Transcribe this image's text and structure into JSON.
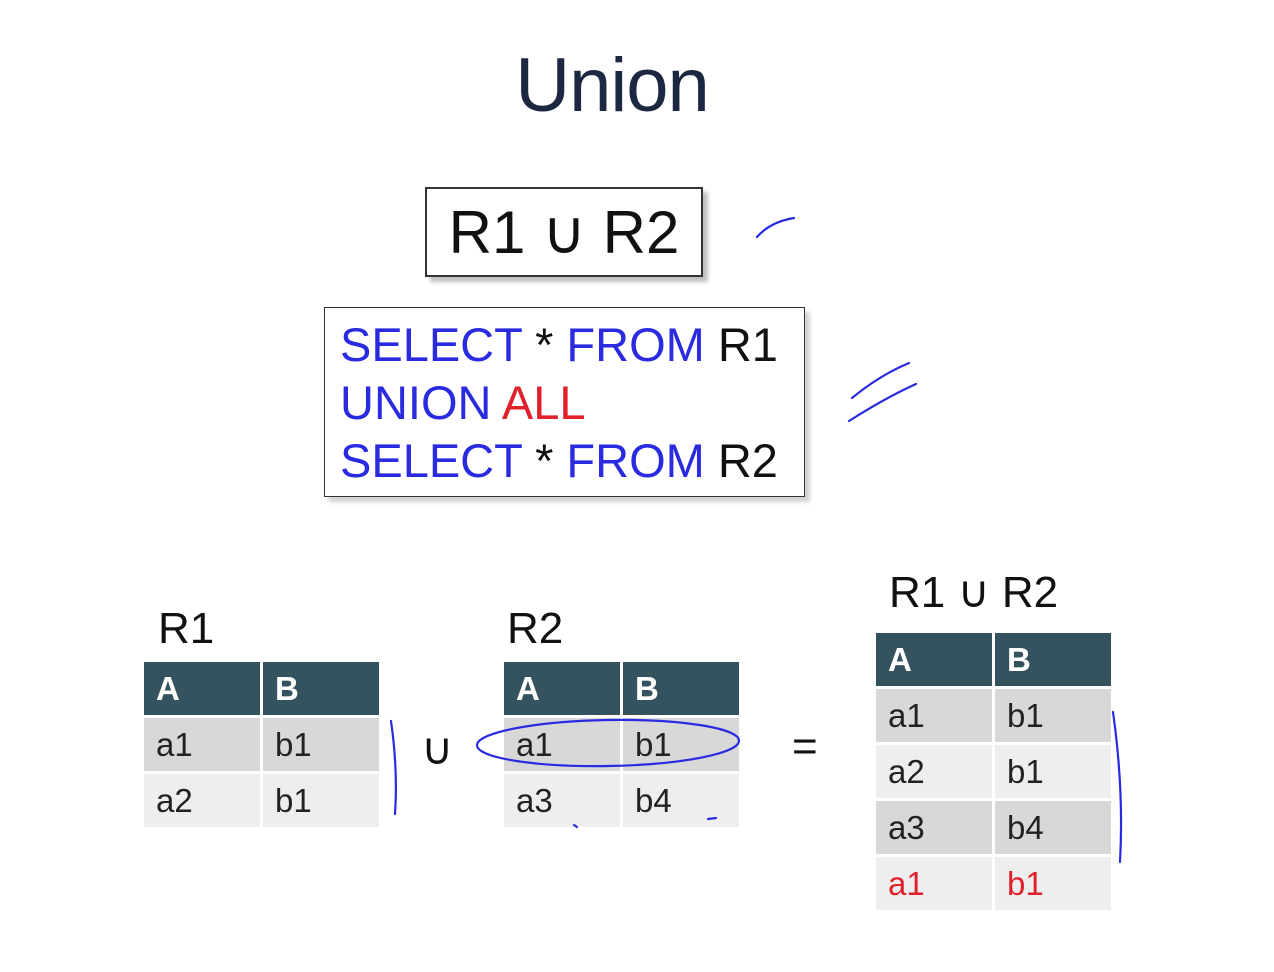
{
  "title": "Union",
  "formula": "R1 ∪ R2",
  "sql": {
    "line1": {
      "select": "SELECT",
      "star": "*",
      "from": "FROM",
      "table": "R1"
    },
    "line2": {
      "union": "UNION",
      "all": "ALL"
    },
    "line3": {
      "select": "SELECT",
      "star": "*",
      "from": "FROM",
      "table": "R2"
    }
  },
  "union_symbol": "∪",
  "equals_symbol": "=",
  "r1": {
    "label": "R1",
    "headers": [
      "A",
      "B"
    ],
    "rows": [
      [
        "a1",
        "b1"
      ],
      [
        "a2",
        "b1"
      ]
    ]
  },
  "r2": {
    "label": "R2",
    "headers": [
      "A",
      "B"
    ],
    "rows": [
      [
        "a1",
        "b1"
      ],
      [
        "a3",
        "b4"
      ]
    ]
  },
  "result": {
    "label": "R1 ∪ R2",
    "headers": [
      "A",
      "B"
    ],
    "rows": [
      [
        "a1",
        "b1"
      ],
      [
        "a2",
        "b1"
      ],
      [
        "a3",
        "b4"
      ],
      [
        "a1",
        "b1"
      ]
    ],
    "highlight_color": "#e0202a"
  },
  "colors": {
    "keyword": "#2a2ae0",
    "all_keyword": "#e0202a",
    "header_bg": "#34535e",
    "ink": "#2a2ae0"
  }
}
